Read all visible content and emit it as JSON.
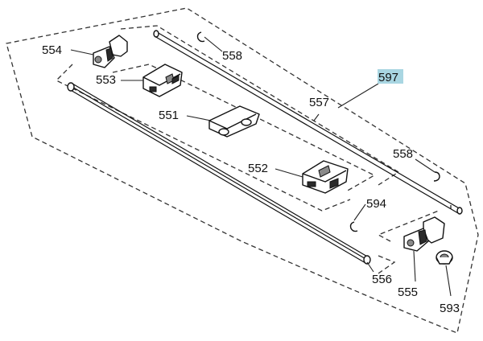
{
  "labels": {
    "l554": "554",
    "l553": "553",
    "l558a": "558",
    "l597": "597",
    "l557": "557",
    "l551": "551",
    "l558b": "558",
    "l552": "552",
    "l594": "594",
    "l556": "556",
    "l555": "555",
    "l593": "593"
  },
  "colors": {
    "highlight": "#a9d6e2",
    "line": "#111111"
  }
}
